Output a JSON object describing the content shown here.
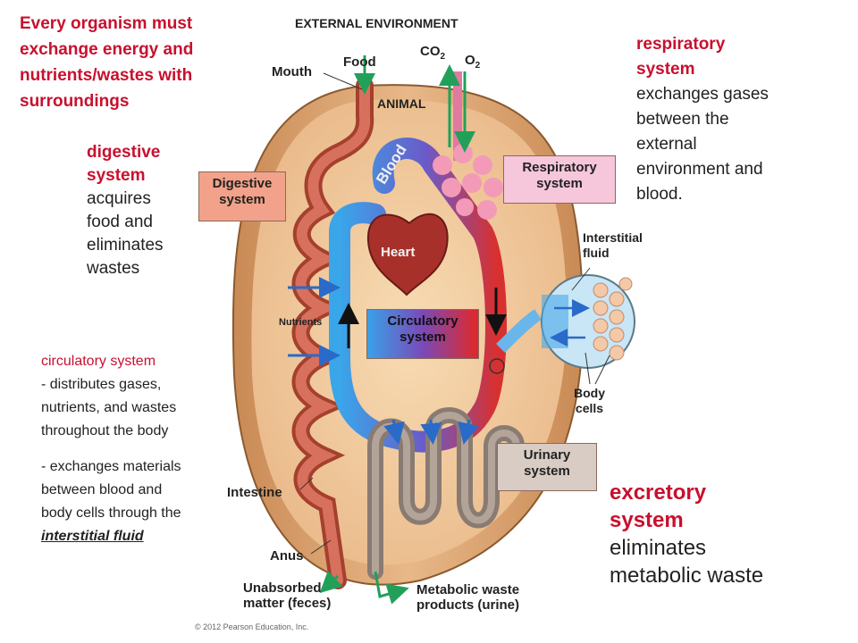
{
  "headline": "Every organism must exchange energy and nutrients/wastes with surroundings",
  "headline_lines": [
    "Every organism must",
    "exchange energy and",
    "nutrients/wastes with",
    "surroundings"
  ],
  "digestive_note": {
    "title_lines": [
      "digestive",
      "system"
    ],
    "body_lines": [
      "acquires",
      "food and",
      "eliminates",
      "wastes"
    ]
  },
  "respiratory_note": {
    "title_lines": [
      "respiratory",
      "system"
    ],
    "body_lines": [
      "exchanges gases",
      "between the",
      "external",
      "environment and",
      "blood."
    ]
  },
  "circulatory_note": {
    "title": "circulatory system",
    "lines1": [
      "- distributes gases,",
      "nutrients, and wastes",
      "throughout the body"
    ],
    "lines2": [
      "- exchanges materials",
      "between blood and",
      "body cells through the"
    ],
    "emph": "interstitial fluid"
  },
  "excretory_note": {
    "title_lines": [
      "excretory",
      "system"
    ],
    "body_lines": [
      "eliminates",
      "metabolic waste"
    ]
  },
  "labels": {
    "external_environment": "EXTERNAL ENVIRONMENT",
    "food": "Food",
    "mouth": "Mouth",
    "co2_base": "CO",
    "co2_sub": "2",
    "o2_base": "O",
    "o2_sub": "2",
    "animal": "ANIMAL",
    "blood": "Blood",
    "heart": "Heart",
    "nutrients": "Nutrients",
    "interstitial_fluid_lines": [
      "Interstitial",
      "fluid"
    ],
    "body_cells_lines": [
      "Body",
      "cells"
    ],
    "intestine": "Intestine",
    "anus": "Anus",
    "unabsorbed_lines": [
      "Unabsorbed",
      "matter (feces)"
    ],
    "metabolic_lines": [
      "Metabolic waste",
      "products (urine)"
    ],
    "copyright": "© 2012 Pearson Education, Inc."
  },
  "boxes": {
    "digestive_lines": [
      "Digestive",
      "system"
    ],
    "respiratory_lines": [
      "Respiratory",
      "system"
    ],
    "circulatory_lines": [
      "Circulatory",
      "system"
    ],
    "urinary_lines": [
      "Urinary",
      "system"
    ]
  },
  "colors": {
    "accent_red": "#c8102e",
    "body_fill": "#d9a070",
    "body_inner": "#f2cfa2",
    "gut": "#c0564a",
    "blood_blue": "#4aa8e8",
    "blood_red": "#d83a3a",
    "lung_pink": "#f29ab8",
    "urinary_gray": "#8a7b72",
    "arrow_green": "#22a05a",
    "digestive_box": "#f2a28a",
    "respiratory_box": "#f6c6da",
    "urinary_box": "#d8ccc4"
  }
}
